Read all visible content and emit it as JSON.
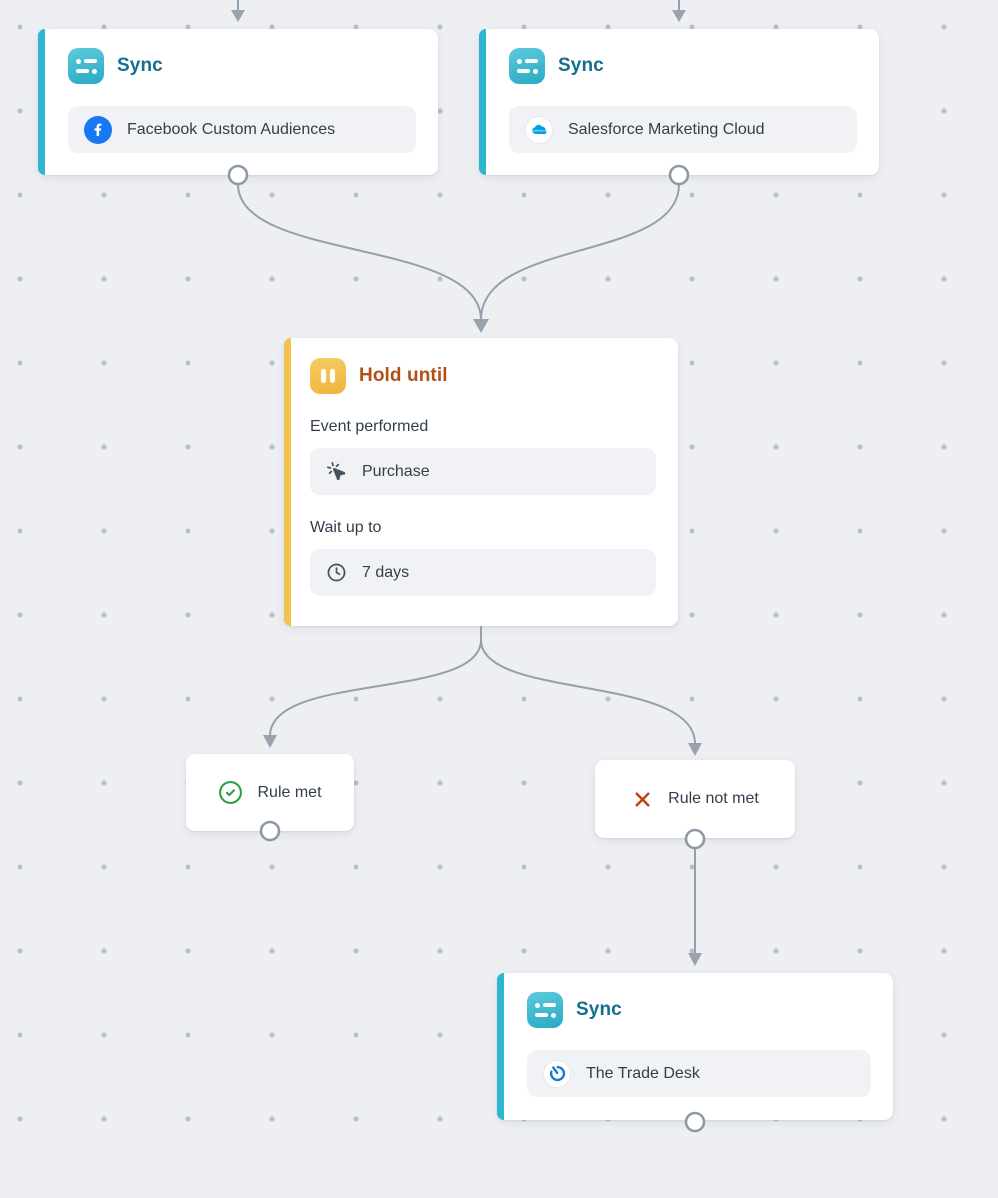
{
  "canvas": {
    "background": "#edeff3",
    "dot_color": "#b6becb"
  },
  "colors": {
    "sync_accent_teal": "#2eb6d0",
    "sync_title_blue": "#156e90",
    "hold_accent_amber": "#f2c14e",
    "hold_title_rust": "#b34f16",
    "success_green": "#2f9e44",
    "error_orange": "#c2410c",
    "facebook_blue": "#1877f2",
    "salesforce_blue": "#00a1e0",
    "tradedesk_blue": "#1676d2",
    "edge_gray": "#94a0ad",
    "connector_stroke": "#8d99a7"
  },
  "nodes": {
    "sync_facebook": {
      "title": "Sync",
      "destination": "Facebook Custom Audiences",
      "destination_icon": "facebook-icon"
    },
    "sync_salesforce": {
      "title": "Sync",
      "destination": "Salesforce Marketing Cloud",
      "destination_icon": "salesforce-icon"
    },
    "hold_until": {
      "title": "Hold until",
      "fields": [
        {
          "label": "Event performed",
          "value": "Purchase",
          "icon": "cursor-click-icon"
        },
        {
          "label": "Wait up to",
          "value": "7 days",
          "icon": "clock-icon"
        }
      ]
    },
    "rule_met": {
      "label": "Rule met",
      "icon": "check-circle-icon"
    },
    "rule_not_met": {
      "label": "Rule not met",
      "icon": "x-icon"
    },
    "sync_tradedesk": {
      "title": "Sync",
      "destination": "The Trade Desk",
      "destination_icon": "tradedesk-icon"
    }
  }
}
